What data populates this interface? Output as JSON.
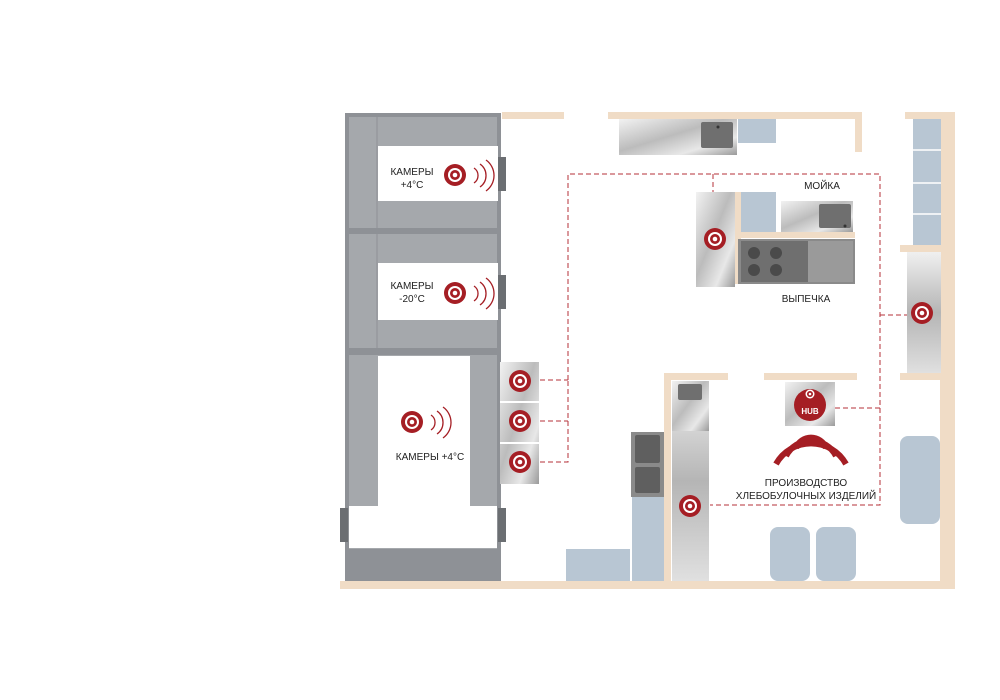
{
  "colors": {
    "wall": "#f0dcc6",
    "cold_room_wall": "#8e9196",
    "cold_room_fill": "#a5a8ac",
    "counter": "#b8c6d3",
    "sensor_red": "#a51e24",
    "dashed_line": "#b5323a",
    "steel_light": "#dcdcdc",
    "steel_dark": "#8a8a8a"
  },
  "labels": {
    "cam1": "КАМЕРЫ",
    "cam1_temp": "+4°C",
    "cam2": "КАМЕРЫ",
    "cam2_temp": "-20°C",
    "cam3": "КАМЕРЫ +4°C",
    "sink": "МОЙКА",
    "bakery": "ВЫПЕЧКА",
    "production_1": "ПРОИЗВОДСТВО",
    "production_2": "ХЛЕБОБУЛОЧНЫХ ИЗДЕЛИЙ",
    "hub": "HUB"
  },
  "icons": {
    "sensor": "temperature-sensor-icon",
    "signal": "wireless-signal-icon",
    "hub": "hub-icon"
  }
}
